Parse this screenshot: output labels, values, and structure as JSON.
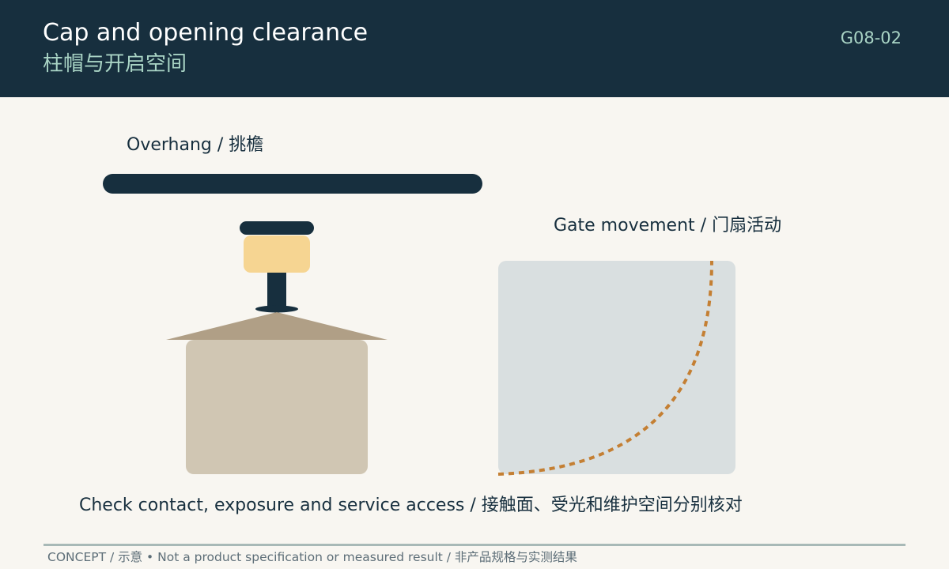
{
  "header": {
    "title": "Cap and opening clearance",
    "subtitle": "柱帽与开启空间",
    "code": "G08-02"
  },
  "labels": {
    "overhang": "Overhang / 挑檐",
    "gate_movement": "Gate movement / 门扇活动"
  },
  "note": "Check contact, exposure and service access / 接触面、受光和维护空间分别核对",
  "footer": "CONCEPT / 示意 • Not a product specification or measured result / 非产品规格与实测结果",
  "colors": {
    "header_bg": "#172f3e",
    "accent_text": "#a9d4c5",
    "dark": "#172f3e",
    "lamp_shade": "#f6d592",
    "cap_roof": "#b09f86",
    "pillar": "#d0c6b3",
    "gate_area": "#d9dfe0",
    "swing_arc": "#c47f33",
    "background": "#f8f6f1"
  }
}
